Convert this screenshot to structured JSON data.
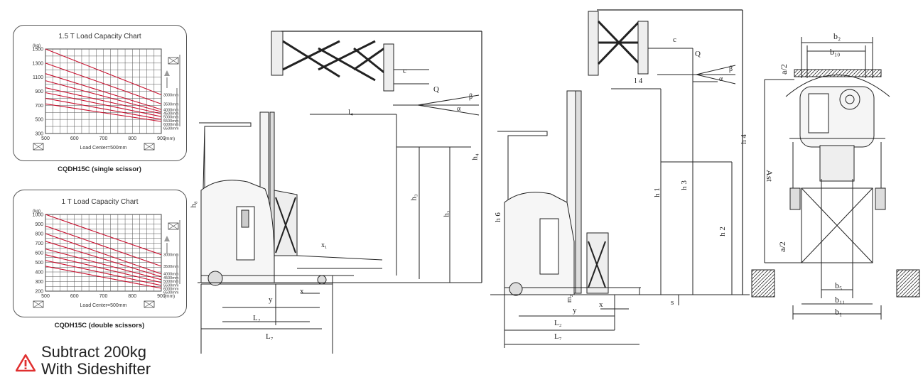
{
  "chart_data": [
    {
      "type": "line",
      "title": "1.5 T Load Capacity Chart",
      "ylabel": "(kg)",
      "xlabel": "Load Center=500mm",
      "x_unit": "(mm)",
      "xlim": [
        500,
        900
      ],
      "ylim": [
        300,
        1500
      ],
      "x_ticks": [
        "500",
        "600",
        "700",
        "800",
        "900"
      ],
      "y_ticks": [
        "1500",
        "1300",
        "1100",
        "900",
        "700",
        "500",
        "300"
      ],
      "series": [
        {
          "name": "3000mm",
          "x": [
            500,
            900
          ],
          "y": [
            1500,
            850
          ]
        },
        {
          "name": "3500mm",
          "x": [
            500,
            900
          ],
          "y": [
            1300,
            720
          ]
        },
        {
          "name": "4000mm",
          "x": [
            500,
            900
          ],
          "y": [
            1150,
            640
          ]
        },
        {
          "name": "4500mm",
          "x": [
            500,
            900
          ],
          "y": [
            1050,
            610
          ]
        },
        {
          "name": "5000mm",
          "x": [
            500,
            900
          ],
          "y": [
            950,
            580
          ]
        },
        {
          "name": "5500mm",
          "x": [
            500,
            900
          ],
          "y": [
            880,
            540
          ]
        },
        {
          "name": "6000mm",
          "x": [
            500,
            900
          ],
          "y": [
            800,
            500
          ]
        },
        {
          "name": "6500mm",
          "x": [
            500,
            900
          ],
          "y": [
            720,
            470
          ]
        }
      ]
    },
    {
      "type": "line",
      "title": "1 T Load Capacity Chart",
      "ylabel": "(kg)",
      "xlabel": "Load Center=500mm",
      "x_unit": "(mm)",
      "xlim": [
        500,
        900
      ],
      "ylim": [
        200,
        1000
      ],
      "x_ticks": [
        "500",
        "600",
        "700",
        "800",
        "900"
      ],
      "y_ticks": [
        "1000",
        "900",
        "800",
        "700",
        "600",
        "500",
        "400",
        "300",
        "200"
      ],
      "series": [
        {
          "name": "3000mm",
          "x": [
            500,
            900
          ],
          "y": [
            1000,
            580
          ]
        },
        {
          "name": "3500mm",
          "x": [
            500,
            900
          ],
          "y": [
            880,
            460
          ]
        },
        {
          "name": "4000mm",
          "x": [
            500,
            900
          ],
          "y": [
            800,
            380
          ]
        },
        {
          "name": "4500mm",
          "x": [
            500,
            900
          ],
          "y": [
            720,
            350
          ]
        },
        {
          "name": "5000mm",
          "x": [
            500,
            900
          ],
          "y": [
            640,
            320
          ]
        },
        {
          "name": "5500mm",
          "x": [
            500,
            900
          ],
          "y": [
            580,
            290
          ]
        },
        {
          "name": "6000mm",
          "x": [
            500,
            900
          ],
          "y": [
            520,
            260
          ]
        },
        {
          "name": "6500mm",
          "x": [
            500,
            900
          ],
          "y": [
            460,
            230
          ]
        }
      ]
    }
  ],
  "captions": {
    "single": "CQDH15C (single scissor)",
    "double": "CQDH15C (double scissors)"
  },
  "warning": {
    "icon": "warning-triangle-icon",
    "color": "#e03030",
    "line1": "Subtract 200kg",
    "line2": "With Sideshifter"
  },
  "dims_side1": {
    "l4": "l₄",
    "c": "c",
    "Q": "Q",
    "alpha": "α",
    "beta": "β",
    "h4": "h₄",
    "h3": "h₃",
    "h2": "h₂",
    "h8": "h₈",
    "x1": "x₁",
    "x": "x",
    "y": "y",
    "L2": "L₂",
    "L7": "L₇"
  },
  "dims_side2": {
    "c": "c",
    "Q": "Q",
    "l4": "l 4",
    "h4": "h 4",
    "h1": "h 1",
    "h3": "h 3",
    "h2": "h 2",
    "h6": "h 6",
    "m2": "m₂",
    "s": "s",
    "x": "x",
    "y": "y",
    "L2": "L₂",
    "L7": "L₇",
    "alpha": "α",
    "beta": "β"
  },
  "dims_top": {
    "b2": "b₂",
    "b10": "b₁₀",
    "a2_top": "a/2",
    "a2_bot": "a/2",
    "Ast": "Ast",
    "b5": "b₅",
    "b11": "b₁₁",
    "b1": "b₁"
  }
}
